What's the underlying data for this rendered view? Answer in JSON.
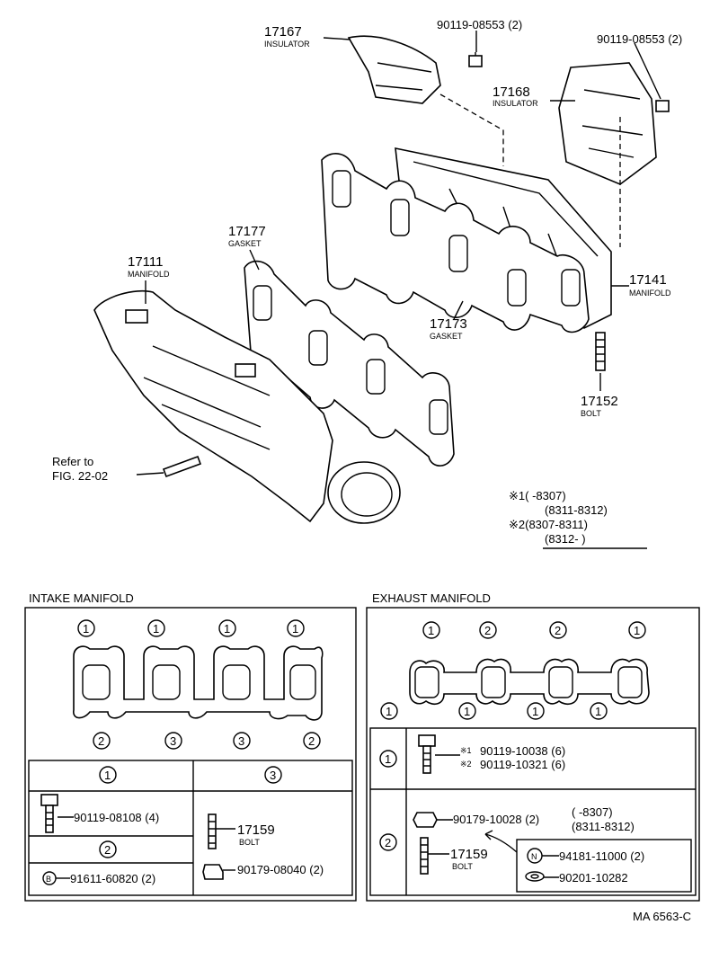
{
  "upper": {
    "p17167": {
      "num": "17167",
      "name": "INSULATOR"
    },
    "bolt1": "90119-08553 (2)",
    "bolt2": "90119-08553 (2)",
    "p17168": {
      "num": "17168",
      "name": "INSULATOR"
    },
    "p17177": {
      "num": "17177",
      "name": "GASKET"
    },
    "p17111": {
      "num": "17111",
      "name": "MANIFOLD"
    },
    "p17141": {
      "num": "17141",
      "name": "MANIFOLD"
    },
    "p17173": {
      "num": "17173",
      "name": "GASKET"
    },
    "p17152": {
      "num": "17152",
      "name": "BOLT"
    },
    "refer": {
      "line1": "Refer to",
      "line2": "FIG. 22-02"
    },
    "notes": {
      "n1a": "※1(      -8307)",
      "n1b": "(8311-8312)",
      "n2a": "※2(8307-8311)",
      "n2b": "(8312-        )"
    }
  },
  "intake": {
    "title": "INTAKE MANIFOLD",
    "top_marks": [
      "1",
      "1",
      "1",
      "1"
    ],
    "bottom_marks": [
      "2",
      "3",
      "3",
      "2"
    ],
    "col1_head": "1",
    "col3_head": "3",
    "row2_head": "2",
    "bolt": "90119-08108 (4)",
    "stud": {
      "num": "17159",
      "name": "BOLT"
    },
    "nut": "90179-08040 (2)",
    "plug_symbol": "B",
    "plug": "91611-60820 (2)"
  },
  "exhaust": {
    "title": "EXHAUST MANIFOLD",
    "top_marks": [
      "1",
      "2",
      "2",
      "1"
    ],
    "bottom_marks": [
      "1",
      "1",
      "1",
      "1"
    ],
    "row1_head": "1",
    "row2_head": "2",
    "bolt_a": "90119-10038 (6)",
    "bolt_a_mark": "※1",
    "bolt_b": "90119-10321 (6)",
    "bolt_b_mark": "※2",
    "nut": "90179-10028 (2)",
    "nut_range1": "(       -8307)",
    "nut_range2": "(8311-8312)",
    "stud": {
      "num": "17159",
      "name": "BOLT"
    },
    "n_symbol": "N",
    "n_part": "94181-11000 (2)",
    "washer": "90201-10282"
  },
  "footer": "MA 6563-C"
}
